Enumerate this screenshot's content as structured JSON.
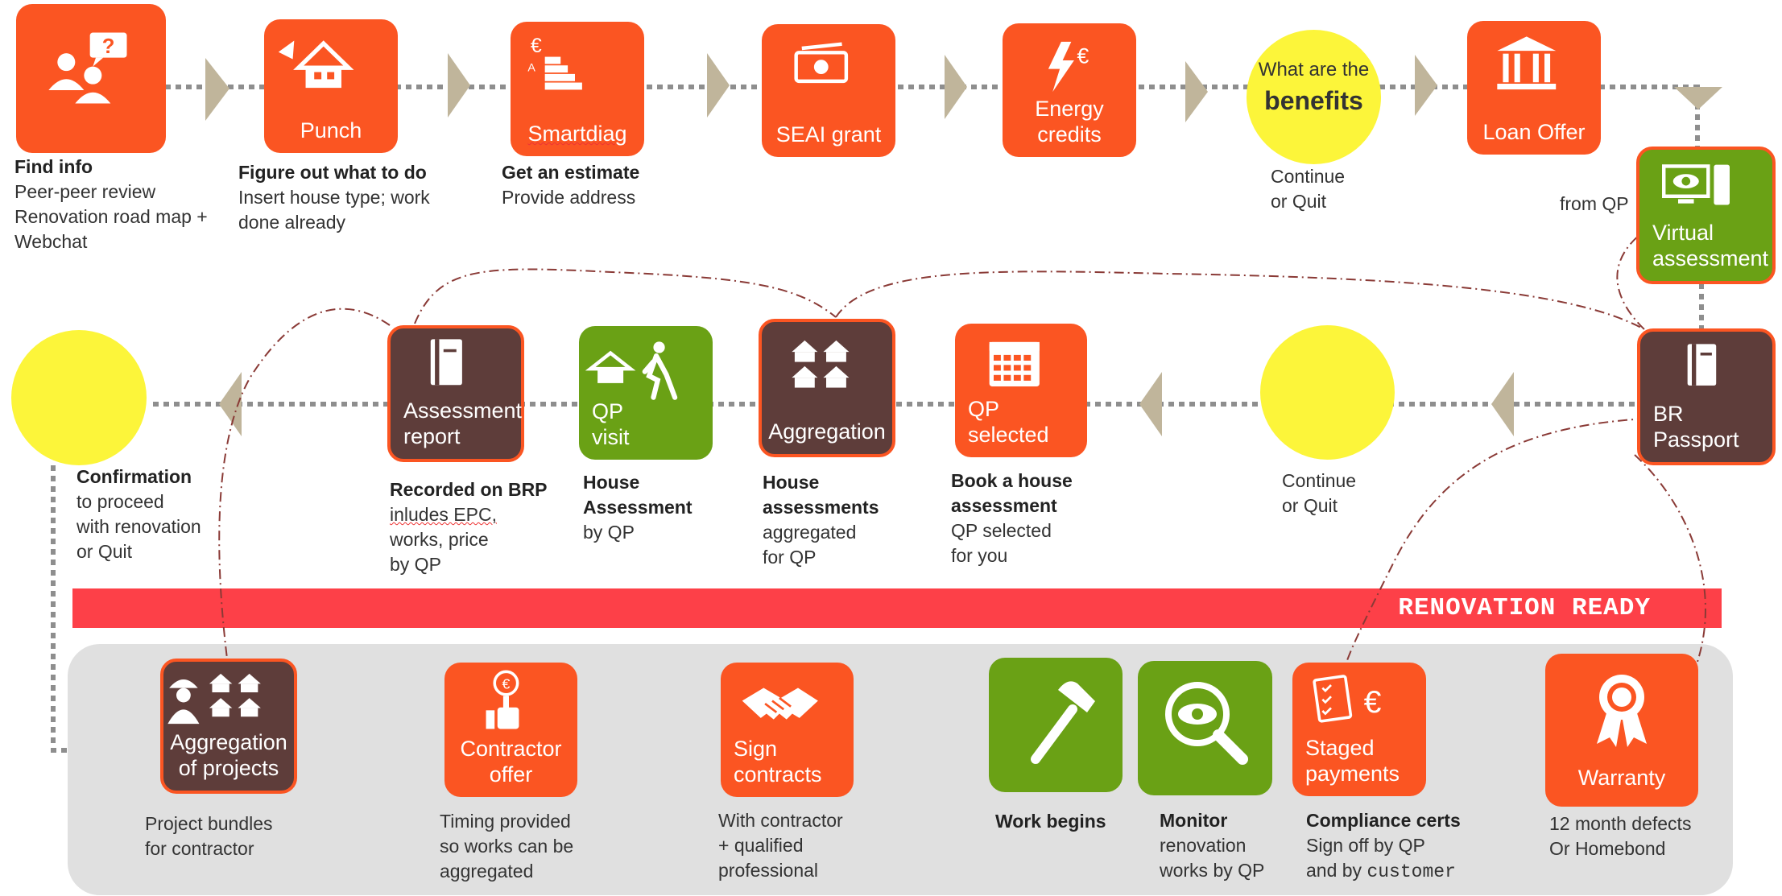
{
  "banner": "RENOVATION READY",
  "colors": {
    "orange": "#fb5522",
    "green": "#6aa115",
    "brown": "#5e3d3a",
    "yellow": "#fcf53a",
    "band": "#fd4048",
    "panel": "#e0e0e0",
    "arrow": "#c0b59b"
  },
  "row1": {
    "find_info": {
      "title": "Find info",
      "lines": [
        "Peer-peer review",
        "Renovation road map +",
        "Webchat"
      ],
      "icon": "chat-question-icon"
    },
    "punch": {
      "label": "Punch",
      "title": "Figure out what to do",
      "lines": [
        "Insert house type; work",
        "done already"
      ],
      "icon": "house-icon"
    },
    "smartdiag": {
      "label": "Smartdiag",
      "title": "Get an estimate",
      "lines": [
        "Provide address"
      ],
      "icon": "energy-rating-icon",
      "sym": "€",
      "letter": "A"
    },
    "seai": {
      "label": "SEAI grant",
      "icon": "banknote-icon"
    },
    "credits": {
      "label": "Energy credits",
      "icon": "bolt-euro-icon",
      "sym": "€"
    },
    "benefits": {
      "line1": "What are the",
      "line2": "benefits",
      "cap": [
        "Continue",
        "or Quit"
      ]
    },
    "loan": {
      "label": "Loan Offer",
      "icon": "bank-icon"
    },
    "virtual": {
      "label": [
        "Virtual",
        "assessment"
      ],
      "side": "from QP",
      "icon": "computer-eye-icon"
    }
  },
  "row2": {
    "passport": {
      "label": [
        "BR",
        "Passport"
      ],
      "icon": "book-icon"
    },
    "circle_cap": [
      "Continue",
      "or Quit"
    ],
    "qp_selected": {
      "label": [
        "QP",
        "selected"
      ],
      "title": [
        "Book a house",
        "assessment"
      ],
      "lines": [
        "QP selected",
        "for you"
      ],
      "icon": "calendar-icon"
    },
    "aggregation": {
      "label": "Aggregation",
      "title": [
        "House",
        "assessments"
      ],
      "lines": [
        "aggregated",
        "for QP"
      ],
      "icon": "houses-icon"
    },
    "qp_visit": {
      "label": [
        "QP",
        "visit"
      ],
      "title": [
        "House",
        "Assessment"
      ],
      "lines": [
        "by QP"
      ],
      "icon": "walker-house-icon"
    },
    "report": {
      "label": [
        "Assessment",
        "report"
      ],
      "title": "Recorded on BRP",
      "lines": [
        "inludes EPC,",
        "works, price",
        "by QP"
      ],
      "icon": "book-icon"
    },
    "confirmation": {
      "title": "Confirmation",
      "lines": [
        "to proceed",
        "with renovation",
        "or Quit"
      ]
    }
  },
  "row3": {
    "projects": {
      "label": [
        "Aggregation",
        "of projects"
      ],
      "lines": [
        "Project bundles",
        "for contractor"
      ],
      "icon": "worker-houses-icon"
    },
    "offer": {
      "label": [
        "Contractor",
        "offer"
      ],
      "lines": [
        "Timing provided",
        "so works can be",
        "aggregated"
      ],
      "icon": "thumb-euro-icon",
      "sym": "€"
    },
    "contracts": {
      "label": [
        "Sign",
        "contracts"
      ],
      "lines": [
        "With contractor",
        "+ qualified",
        "professional"
      ],
      "icon": "handshake-icon"
    },
    "work": {
      "title": "Work begins",
      "icon": "hammer-icon"
    },
    "monitor": {
      "title": "Monitor",
      "lines": [
        "renovation",
        "works by QP"
      ],
      "icon": "magnifier-eye-icon"
    },
    "payments": {
      "label": [
        "Staged",
        "payments"
      ],
      "title": "Compliance certs",
      "lines": [
        "Sign off by QP",
        "and by"
      ],
      "mono": "customer",
      "icon": "checklist-euro-icon",
      "sym": "€"
    },
    "warranty": {
      "label": "Warranty",
      "lines": [
        "12 month defects",
        "Or Homebond"
      ],
      "icon": "award-ribbon-icon"
    }
  }
}
